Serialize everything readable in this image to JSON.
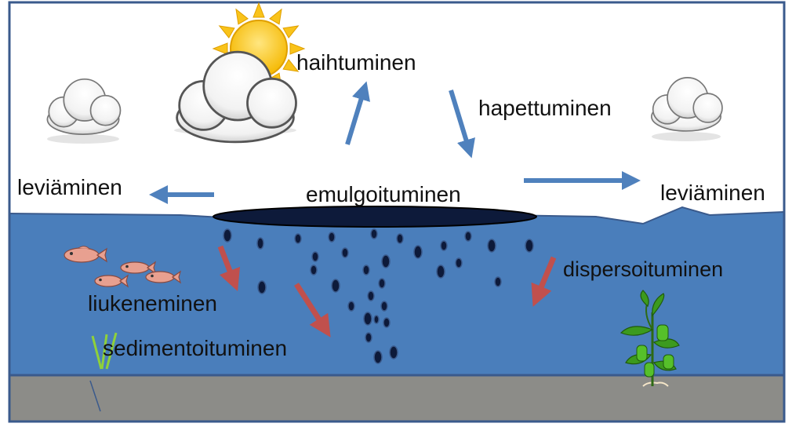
{
  "labels": {
    "evaporation": "haihtuminen",
    "oxidation": "hapettuminen",
    "spreading_left": "leviäminen",
    "spreading_right": "leviäminen",
    "emulsification": "emulgoituminen",
    "dispersion": "dispersoituminen",
    "dissolution": "liukeneminen",
    "sedimentation": "sedimentoituminen"
  },
  "icons": {
    "sun": "sun-icon",
    "cloud": "cloud-icon",
    "fish": "fish-icon",
    "plant": "plant-icon",
    "seagrass": "seagrass-icon"
  },
  "colors": {
    "sky": "#ffffff",
    "water": "#4a7ebb",
    "sea_floor": "#8c8c88",
    "frame": "#3a5a8c",
    "oil": "#0d1a3a",
    "process_arrow_blue": "#4f81bd",
    "process_arrow_red": "#c0504d",
    "sun": "#f9c31a",
    "fish": "#e8a090",
    "plant": "#3c9a1e"
  }
}
